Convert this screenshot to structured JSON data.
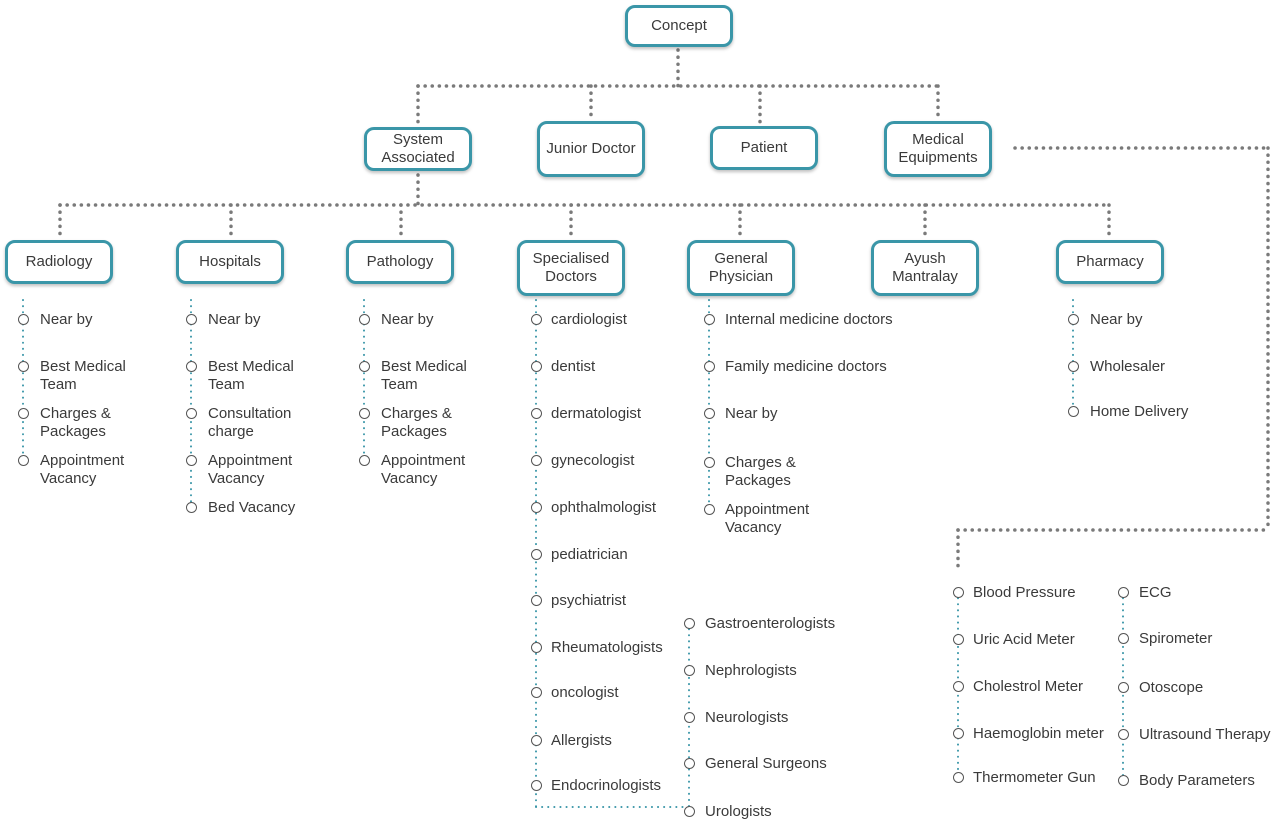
{
  "colors": {
    "box_border": "#3a96a8",
    "gray_connector": "#7a7a7a",
    "blue_connector": "#3a96a8",
    "text": "#3a3a3a"
  },
  "diagram": {
    "root": "Concept",
    "level1": [
      "System Associated",
      "Junior Doctor",
      "Patient",
      "Medical Equipments"
    ],
    "categories": [
      {
        "label": "Radiology",
        "items": [
          "Near by",
          "Best Medical Team",
          "Charges & Packages",
          "Appointment Vacancy"
        ]
      },
      {
        "label": "Hospitals",
        "items": [
          "Near by",
          "Best Medical Team",
          "Consultation charge",
          "Appointment Vacancy",
          "Bed Vacancy"
        ]
      },
      {
        "label": "Pathology",
        "items": [
          "Near by",
          "Best Medical Team",
          "Charges & Packages",
          "Appointment Vacancy"
        ]
      },
      {
        "label": "Specialised Doctors",
        "items": [
          "cardiologist",
          "dentist",
          "dermatologist",
          "gynecologist",
          "ophthalmologist",
          "pediatrician",
          "psychiatrist",
          "Rheumatologists",
          "oncologist",
          "Allergists",
          "Endocrinologists"
        ],
        "items2": [
          "Gastroenterologists",
          "Nephrologists",
          "Neurologists",
          "General Surgeons",
          "Urologists"
        ]
      },
      {
        "label": "General Physician",
        "items": [
          "Internal medicine doctors",
          "Family medicine doctors",
          "Near by",
          "Charges & Packages",
          "Appointment Vacancy"
        ]
      },
      {
        "label": "Ayush Mantralay",
        "items": []
      },
      {
        "label": "Pharmacy",
        "items": [
          "Near by",
          "Wholesaler",
          "Home Delivery"
        ]
      }
    ],
    "equipments": {
      "col1": [
        "Blood Pressure",
        "Uric Acid Meter",
        "Cholestrol Meter",
        "Haemoglobin meter",
        "Thermometer Gun"
      ],
      "col2": [
        "ECG",
        "Spirometer",
        "Otoscope",
        "Ultrasound Therapy",
        "Body Parameters"
      ]
    }
  }
}
